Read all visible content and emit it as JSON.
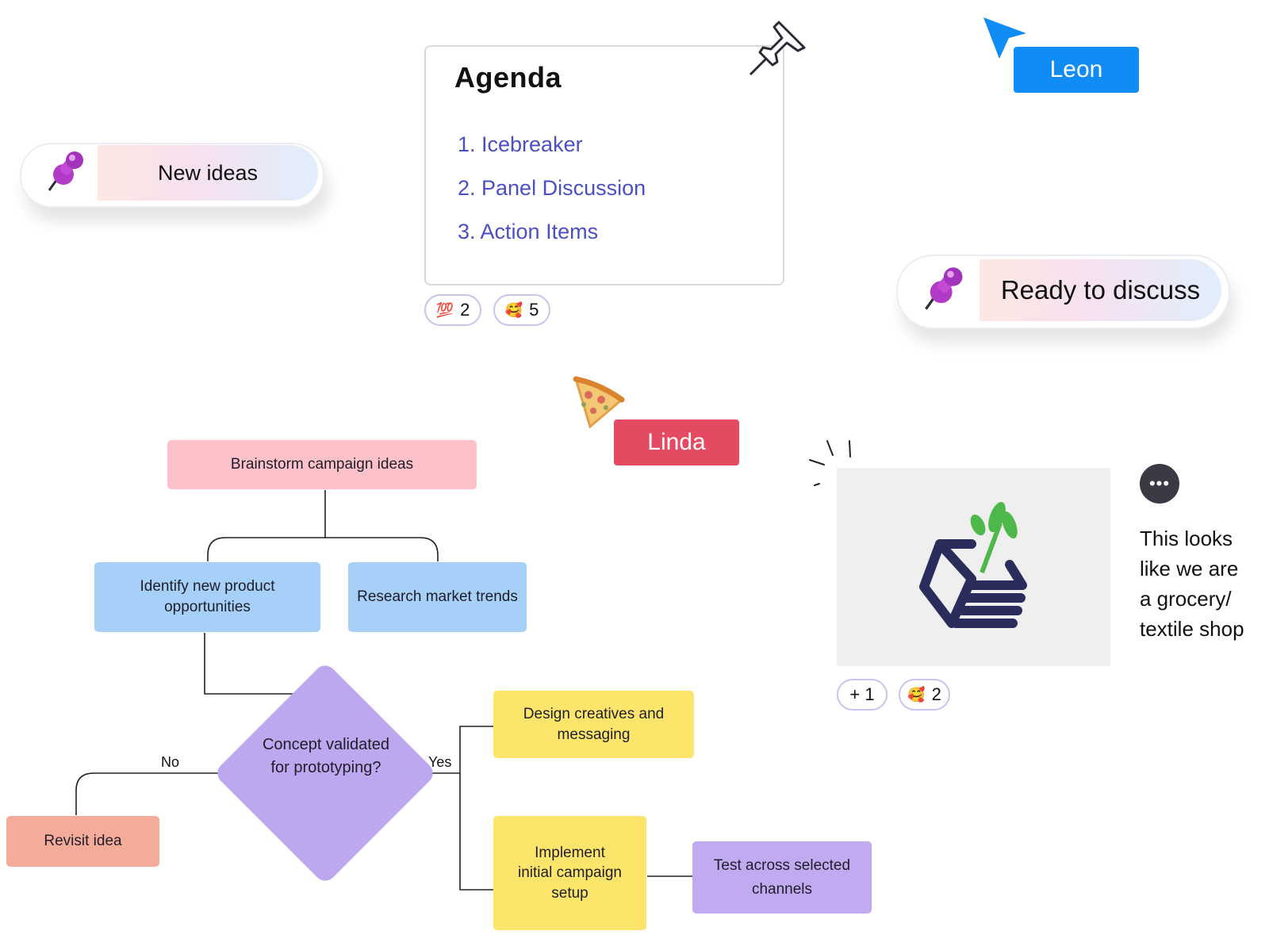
{
  "agenda": {
    "title": "Agenda",
    "items": [
      "1. Icebreaker",
      "2. Panel Discussion",
      "3. Action Items"
    ],
    "reactions": [
      {
        "emoji": "💯",
        "count": "2"
      },
      {
        "emoji": "🥰",
        "count": "5"
      }
    ]
  },
  "stickers": {
    "new_ideas": "New ideas",
    "ready_to_discuss": "Ready to discuss"
  },
  "cursors": {
    "leon": {
      "name": "Leon",
      "color": "#0f8cf5"
    },
    "linda": {
      "name": "Linda",
      "color": "#e44a62"
    }
  },
  "flowchart": {
    "root": "Brainstorm campaign ideas",
    "identify": "Identify new product opportunities",
    "research": "Research market trends",
    "decision": "Concept validated for prototyping?",
    "no_label": "No",
    "yes_label": "Yes",
    "revisit": "Revisit idea",
    "design": "Design creatives and messaging",
    "implement": "Implement initial campaign setup",
    "test": "Test across selected channels"
  },
  "image_card": {
    "reactions": [
      {
        "emoji": "",
        "count": "+ 1"
      },
      {
        "emoji": "🥰",
        "count": "2"
      }
    ]
  },
  "comment": {
    "bubble": "•••",
    "text": "This looks like we are a grocery/ textile shop"
  }
}
